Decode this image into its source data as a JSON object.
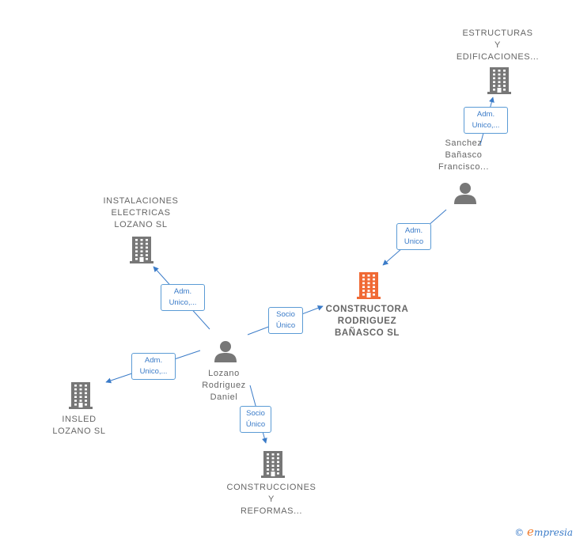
{
  "nodes": [
    {
      "id": "estructuras",
      "kind": "company",
      "lines": [
        "ESTRUCTURAS",
        "Y",
        "EDIFICACIONES..."
      ],
      "color": "#777777"
    },
    {
      "id": "sanchez",
      "kind": "person",
      "lines": [
        "Sanchez",
        "Bañasco",
        "Francisco..."
      ],
      "color": "#777777"
    },
    {
      "id": "instalaciones",
      "kind": "company",
      "lines": [
        "INSTALACIONES",
        "ELECTRICAS",
        "LOZANO SL"
      ],
      "color": "#777777"
    },
    {
      "id": "constructora",
      "kind": "company",
      "lines": [
        "CONSTRUCTORA",
        "RODRIGUEZ",
        "BAÑASCO SL"
      ],
      "color": "#f06a35"
    },
    {
      "id": "lozano",
      "kind": "person",
      "lines": [
        "Lozano",
        "Rodriguez",
        "Daniel"
      ],
      "color": "#777777"
    },
    {
      "id": "insled",
      "kind": "company",
      "lines": [
        "INSLED",
        "LOZANO SL"
      ],
      "color": "#777777"
    },
    {
      "id": "construcciones",
      "kind": "company",
      "lines": [
        "CONSTRUCCIONES",
        "Y",
        "REFORMAS..."
      ],
      "color": "#777777"
    }
  ],
  "edges": [
    {
      "id": "e1",
      "from": "sanchez",
      "to": "estructuras",
      "lines": [
        "Adm.",
        "Unico,..."
      ]
    },
    {
      "id": "e2",
      "from": "sanchez",
      "to": "constructora",
      "lines": [
        "Adm.",
        "Unico"
      ]
    },
    {
      "id": "e3",
      "from": "lozano",
      "to": "instalaciones",
      "lines": [
        "Adm.",
        "Unico,..."
      ]
    },
    {
      "id": "e4",
      "from": "lozano",
      "to": "constructora",
      "lines": [
        "Socio",
        "Único"
      ]
    },
    {
      "id": "e5",
      "from": "lozano",
      "to": "insled",
      "lines": [
        "Adm.",
        "Unico,..."
      ]
    },
    {
      "id": "e6",
      "from": "lozano",
      "to": "construcciones",
      "lines": [
        "Socio",
        "Único"
      ]
    }
  ],
  "colors": {
    "edge": "#3a7bc8",
    "badge_border": "#5b9bd5"
  },
  "brand": {
    "symbol": "©",
    "initial": "e",
    "rest": "mpresia"
  }
}
